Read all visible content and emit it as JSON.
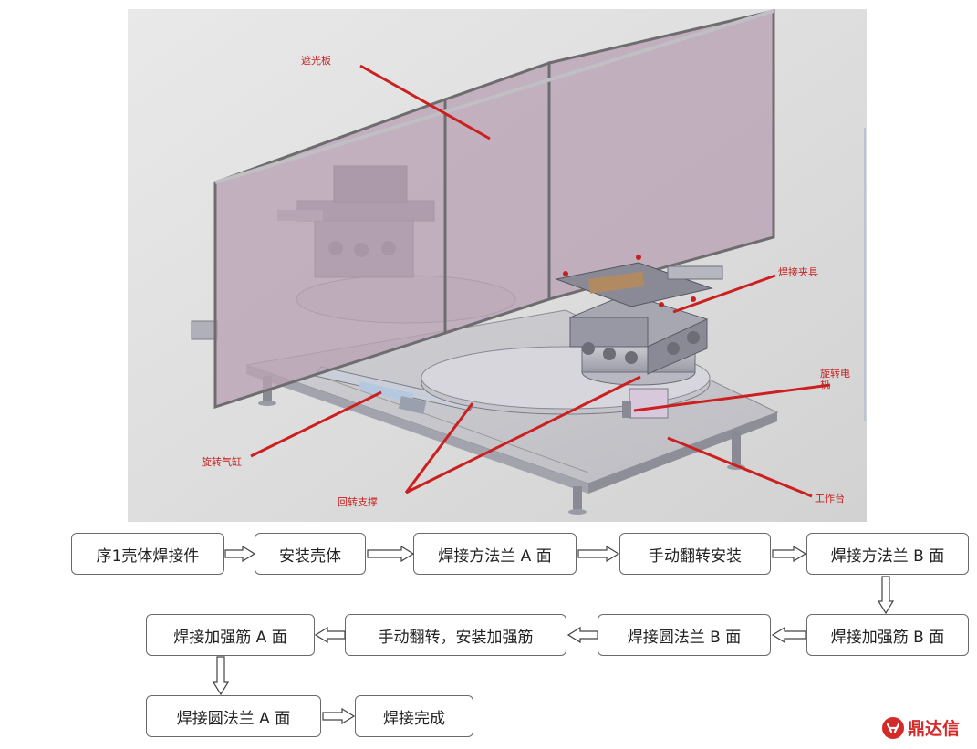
{
  "callouts": {
    "shade": "遮光板",
    "fixture": "焊接夹具",
    "motor": "旋转电\n机",
    "cylinder": "旋转气缸",
    "bearing": "回转支撑",
    "table": "工作台"
  },
  "flow": {
    "s1": "序1壳体焊接件",
    "s2": "安装壳体",
    "s3": "焊接方法兰 A 面",
    "s4": "手动翻转安装",
    "s5": "焊接方法兰 B 面",
    "s6": "焊接加强筋 B 面",
    "s7": "焊接圆法兰 B 面",
    "s8": "手动翻转，安装加强筋",
    "s9": "焊接加强筋 A 面",
    "s10": "焊接圆法兰 A 面",
    "s11": "焊接完成"
  },
  "brand": "鼎达信",
  "colors": {
    "callout": "#cc1f1f",
    "panel": "#b9a2b4",
    "brand": "#d42a2a"
  }
}
